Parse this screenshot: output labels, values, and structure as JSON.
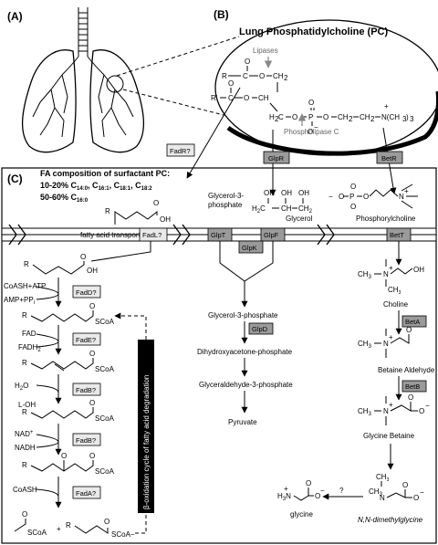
{
  "panels": {
    "a": "(A)",
    "b": "(B)",
    "c": "(C)"
  },
  "lung_pc": {
    "title": "Lung Phosphatidylcholine (PC)",
    "lipases": "Lipases",
    "phospholipase": "Phospholipase C",
    "o_lbl": "O",
    "r_lbl": "R",
    "r2_lbl": "R'",
    "c_lbl": "C",
    "ch2_lbl": "CH",
    "ch_lbl": "CH",
    "ch2b_lbl": "CH",
    "h2c_lbl": "H",
    "p_lbl": "P",
    "ominus": "O",
    "ch2c_lbl": "CH",
    "ch2d_lbl": "CH",
    "n_lbl": "N(CH",
    "n_tail": ")",
    "n_plus": "+",
    "sub2": "2",
    "sub3": "3"
  },
  "regulators": {
    "fadr": "FadR?",
    "glpr": "GlpR",
    "betr": "BetR"
  },
  "fa_comp": {
    "title": "FA composition of surfactant PC:",
    "line1_pct": "10-20% C",
    "line1_rest": "14:0",
    "c161": "16:1",
    "c181": "18:1",
    "c182": "18:2",
    "line2_pct": "50-60% C",
    "c160": "16:0",
    "comma": ", C"
  },
  "membrane": {
    "fa_transport": "fatty acid transport",
    "fadl": "FadL?",
    "glpt": "GlpT",
    "glpf": "GlpF",
    "glpk": "GlpK",
    "bett": "BetT"
  },
  "substrates": {
    "g3p_top": "Glycerol-3-",
    "g3p_top2": "phosphate",
    "glycerol": "Glycerol",
    "phosphocholine": "Phosphorylcholine",
    "oh": "OH",
    "h2c": "H",
    "c_": "C",
    "ch_": "CH",
    "ch2_": "CH"
  },
  "fa_pathway": {
    "coash_atp": "CoASH+ATP",
    "amp_ppi": "AMP+PP",
    "fadd": "FadD?",
    "scoa": "SCoA",
    "fad": "FAD",
    "fadh2": "FADH",
    "fade": "FadE?",
    "h2o": "H",
    "fadb1": "FadB?",
    "l_oh": "L-OH",
    "nad": "NAD",
    "nadh": "NADH",
    "fadb2": "FadB?",
    "coash": "CoASH",
    "fada": "FadA?",
    "beta_ox": "β-oxidation cycle of fatty acid degradation",
    "r": "R",
    "o": "O",
    "oh": "OH",
    "plus": "+",
    "minus": "−",
    "i": "i",
    "two": "2",
    "sub_o": "O"
  },
  "glycerol_pathway": {
    "g3p": "Glycerol-3-phosphate",
    "glpd": "GlpD",
    "dhap": "Dihydroxyacetone-phosphate",
    "gap": "Glyceraldehyde-3-phosphate",
    "pyruvate": "Pyruvate"
  },
  "choline_pathway": {
    "choline": "Choline",
    "beta": "BetA",
    "betaine_ald": "Betaine Aldehyde",
    "betb": "BetB",
    "gly_betaine": "Glycine Betaine",
    "dmg": "N,N-dimethylglycine",
    "glycine": "glycine",
    "question": "?",
    "ch3": "CH",
    "n": "N",
    "plus": "+",
    "oh": "OH",
    "o": "O",
    "minus": "−",
    "h3n": "H",
    "three": "3",
    "two": "2"
  }
}
